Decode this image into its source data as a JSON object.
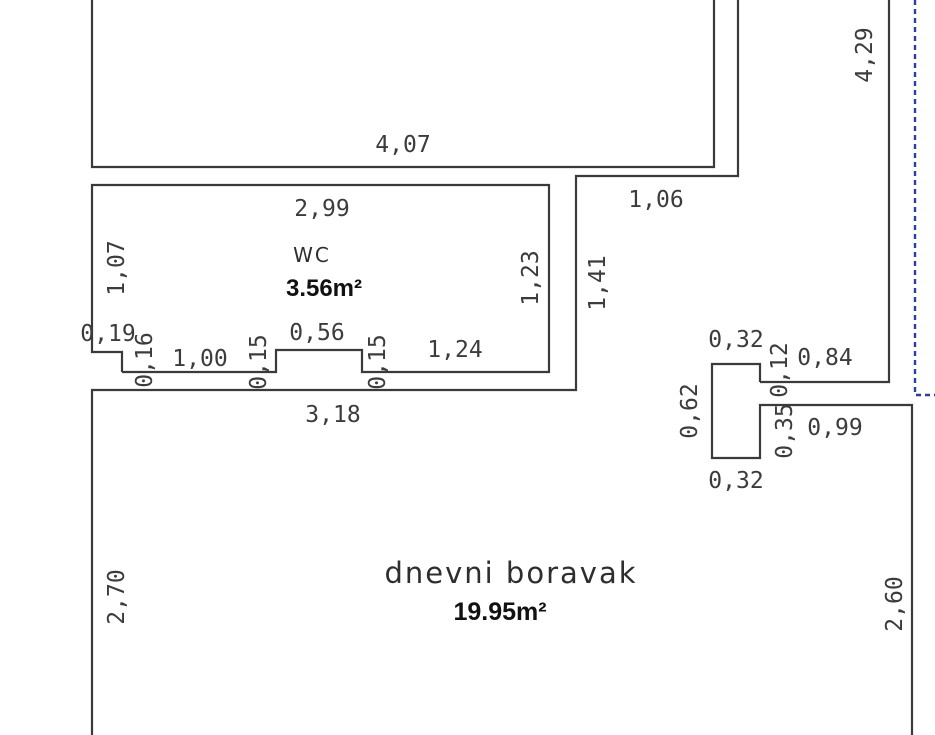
{
  "rooms": {
    "wc": {
      "name": "WC",
      "area": "3.56m²"
    },
    "living": {
      "name": "dnevni boravak",
      "area": "19.95m²"
    }
  },
  "dimensions": {
    "top_room_width": "4,07",
    "right_wall_upper": "4,29",
    "wc_top": "2,99",
    "wc_left": "1,07",
    "wc_right": "1,23",
    "corridor_width": "1,06",
    "corridor_height": "1,41",
    "wc_step_left": "0,19",
    "wc_step_a": "0,16",
    "wc_bottom_a": "1,00",
    "wc_step_b": "0,15",
    "wc_niche": "0,56",
    "wc_step_c": "0,15",
    "wc_bottom_b": "1,24",
    "living_top": "3,18",
    "column_top": "0,32",
    "column_step": "0,12",
    "right_offset": "0,84",
    "column_height": "0,62",
    "column_inner": "0,35",
    "right_lower_offset": "0,99",
    "column_bottom": "0,32",
    "living_left": "2,70",
    "living_right": "2,60"
  },
  "colors": {
    "walls": "#3a3a3a",
    "boundary": "#2a3f9e",
    "text": "#3c3c3c"
  }
}
